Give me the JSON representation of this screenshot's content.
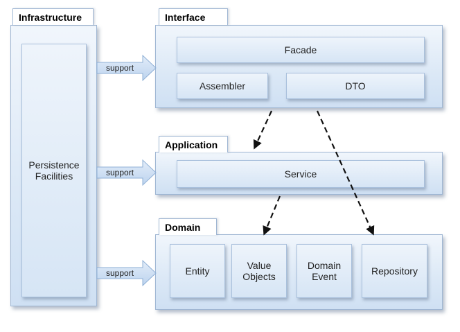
{
  "layers": {
    "infrastructure": {
      "title": "Infrastructure",
      "persistence": "Persistence Facilities"
    },
    "interface": {
      "title": "Interface",
      "facade": "Facade",
      "assembler": "Assembler",
      "dto": "DTO"
    },
    "application": {
      "title": "Application",
      "service": "Service"
    },
    "domain": {
      "title": "Domain",
      "entity": "Entity",
      "value_objects": "Value Objects",
      "domain_event": "Domain Event",
      "repository": "Repository"
    }
  },
  "arrows": {
    "support_label": "support"
  },
  "colors": {
    "panel_border": "#9fb6d3",
    "panel_fill": "#dbe8f6",
    "arrow_fill": "#c9dcf2"
  }
}
